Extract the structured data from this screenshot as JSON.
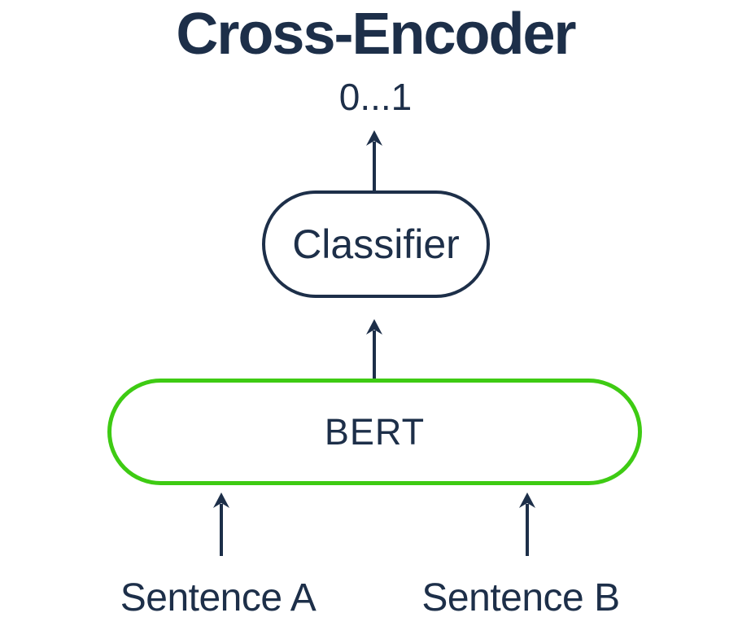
{
  "diagram": {
    "title": "Cross-Encoder",
    "output_label": "0...1",
    "nodes": {
      "classifier": {
        "label": "Classifier",
        "border_color": "#1d2f49"
      },
      "bert": {
        "label": "BERT",
        "border_color": "#3ecb13"
      }
    },
    "inputs": {
      "sentence_a": {
        "label": "Sentence A"
      },
      "sentence_b": {
        "label": "Sentence B"
      }
    },
    "icons": {
      "arrow_classifier_to_output": "up-arrow-icon",
      "arrow_bert_to_classifier": "up-arrow-icon",
      "arrow_sentence_a_to_bert": "up-arrow-icon",
      "arrow_sentence_b_to_bert": "up-arrow-icon"
    },
    "colors": {
      "navy": "#1d2f49",
      "green": "#3ecb13",
      "bg": "#ffffff"
    }
  }
}
